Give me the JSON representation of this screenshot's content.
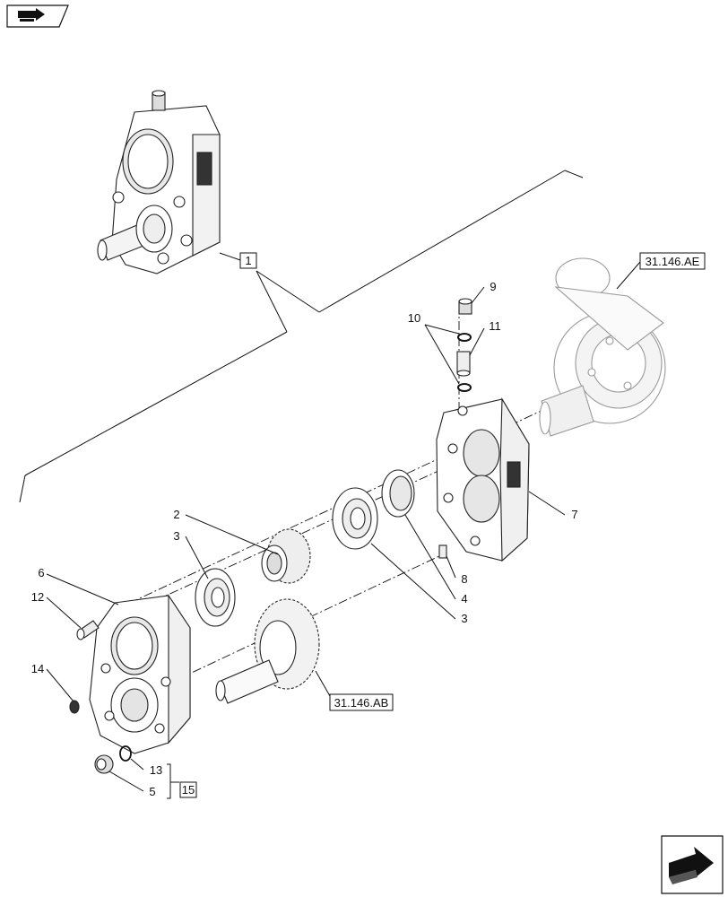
{
  "callouts": {
    "c1": "1",
    "c2": "2",
    "c3a": "3",
    "c3b": "3",
    "c4": "4",
    "c5": "5",
    "c6": "6",
    "c7": "7",
    "c8": "8",
    "c9": "9",
    "c10": "10",
    "c11": "11",
    "c12": "12",
    "c13": "13",
    "c14": "14",
    "c15": "15"
  },
  "references": {
    "ae": "31.146.AE",
    "ab": "31.146.AB"
  },
  "icons": {
    "top_left": "book-arrow-icon",
    "bottom_right": "navigation-arrow-icon"
  },
  "colors": {
    "line": "#111111",
    "part_fill": "#ffffff",
    "part_shade": "#d9d9d9"
  }
}
